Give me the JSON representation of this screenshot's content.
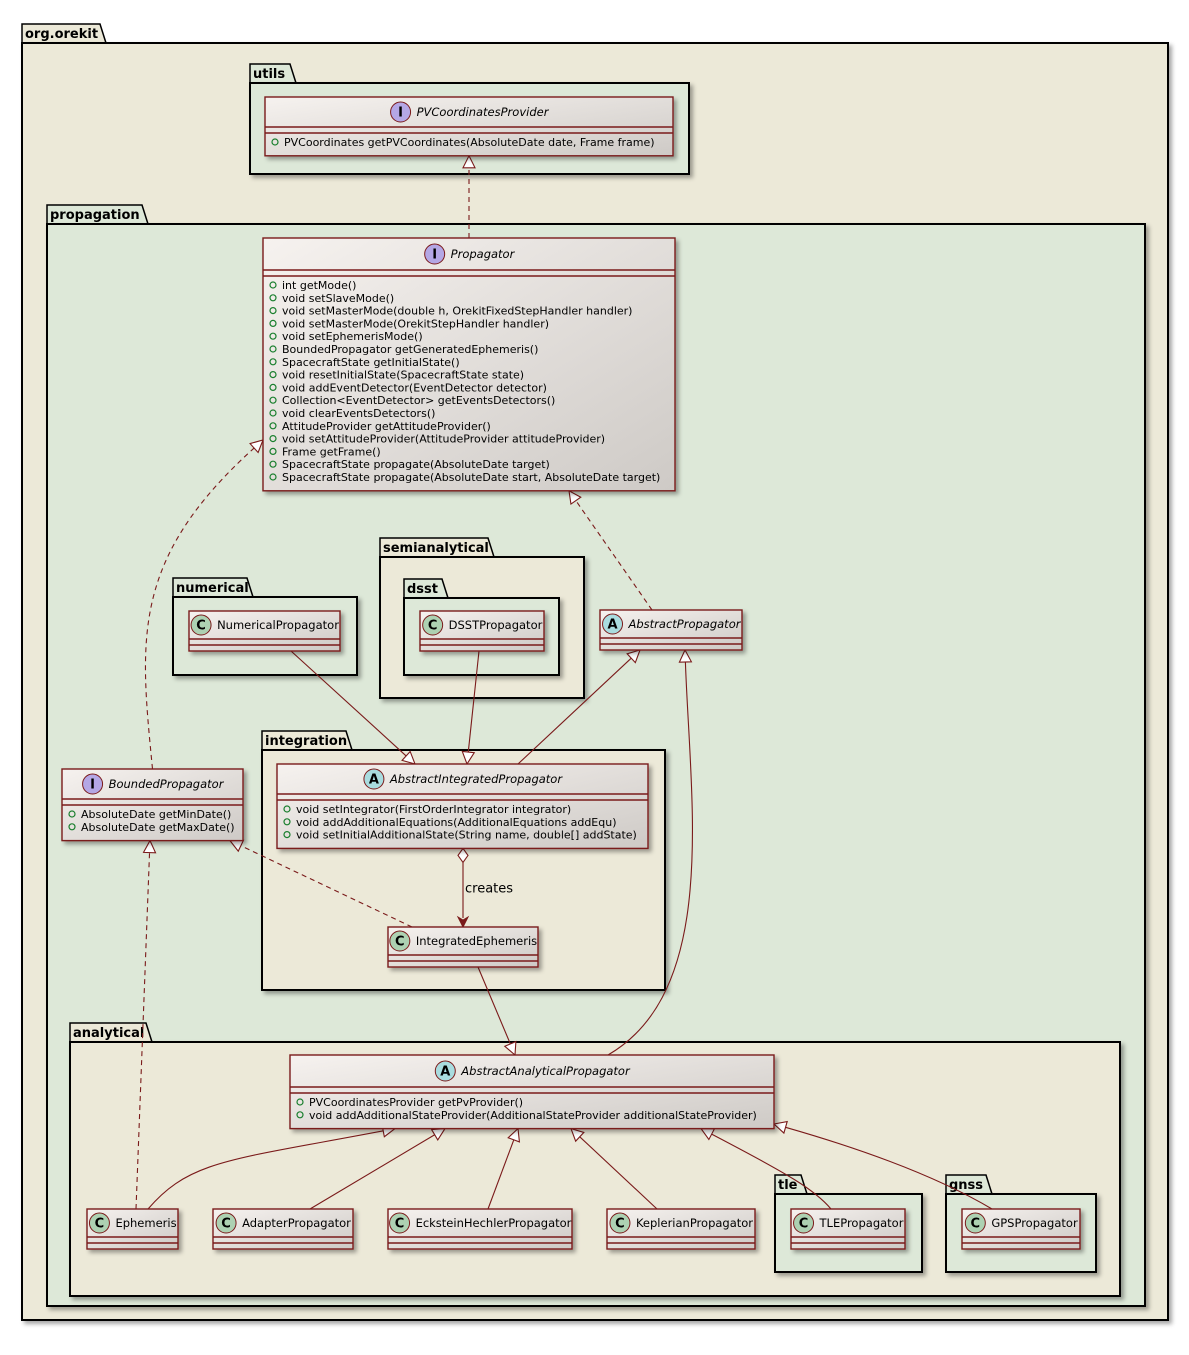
{
  "colors": {
    "package_outer": "#ECE9D8",
    "package_inner": "#DDE8D8",
    "class_border": "#7a1a1a",
    "interface_badge": "#B4A7E5",
    "abstract_badge": "#A9DCDF",
    "class_badge": "#ADD1B2",
    "visibility_public": "#1a7f2e"
  },
  "packages": {
    "orekit": "org.orekit",
    "utils": "utils",
    "propagation": "propagation",
    "semianalytical": "semianalytical",
    "dsst": "dsst",
    "numerical": "numerical",
    "integration": "integration",
    "analytical": "analytical",
    "tle": "tle",
    "gnss": "gnss"
  },
  "classes": {
    "pvcoords": {
      "kind": "I",
      "name": "PVCoordinatesProvider",
      "methods": [
        "PVCoordinates getPVCoordinates(AbsoluteDate date, Frame frame)"
      ]
    },
    "propagator": {
      "kind": "I",
      "name": "Propagator",
      "methods": [
        "int getMode()",
        "void setSlaveMode()",
        "void setMasterMode(double h, OrekitFixedStepHandler handler)",
        "void setMasterMode(OrekitStepHandler handler)",
        "void setEphemerisMode()",
        "BoundedPropagator getGeneratedEphemeris()",
        "SpacecraftState getInitialState()",
        "void resetInitialState(SpacecraftState state)",
        "void addEventDetector(EventDetector detector)",
        "Collection<EventDetector> getEventsDetectors()",
        "void clearEventsDetectors()",
        "AttitudeProvider getAttitudeProvider()",
        "void setAttitudeProvider(AttitudeProvider attitudeProvider)",
        "Frame getFrame()",
        "SpacecraftState propagate(AbsoluteDate target)",
        "SpacecraftState propagate(AbsoluteDate start, AbsoluteDate target)"
      ]
    },
    "numerical": {
      "kind": "C",
      "name": "NumericalPropagator",
      "methods": []
    },
    "dsst": {
      "kind": "C",
      "name": "DSSTPropagator",
      "methods": []
    },
    "abstractProp": {
      "kind": "A",
      "name": "AbstractPropagator",
      "methods": []
    },
    "bounded": {
      "kind": "I",
      "name": "BoundedPropagator",
      "methods": [
        "AbsoluteDate getMinDate()",
        "AbsoluteDate getMaxDate()"
      ]
    },
    "abstractIntegrated": {
      "kind": "A",
      "name": "AbstractIntegratedPropagator",
      "methods": [
        "void setIntegrator(FirstOrderIntegrator integrator)",
        "void addAdditionalEquations(AdditionalEquations addEqu)",
        "void setInitialAdditionalState(String name, double[] addState)"
      ]
    },
    "integratedEph": {
      "kind": "C",
      "name": "IntegratedEphemeris",
      "methods": []
    },
    "abstractAnalytical": {
      "kind": "A",
      "name": "AbstractAnalyticalPropagator",
      "methods": [
        "PVCoordinatesProvider getPvProvider()",
        "void addAdditionalStateProvider(AdditionalStateProvider additionalStateProvider)"
      ]
    },
    "ephemeris": {
      "kind": "C",
      "name": "Ephemeris",
      "methods": []
    },
    "adapter": {
      "kind": "C",
      "name": "AdapterPropagator",
      "methods": []
    },
    "eckstein": {
      "kind": "C",
      "name": "EcksteinHechlerPropagator",
      "methods": []
    },
    "keplerian": {
      "kind": "C",
      "name": "KeplerianPropagator",
      "methods": []
    },
    "tle": {
      "kind": "C",
      "name": "TLEPropagator",
      "methods": []
    },
    "gps": {
      "kind": "C",
      "name": "GPSPropagator",
      "methods": []
    }
  },
  "relations": {
    "creates_label": "creates"
  }
}
